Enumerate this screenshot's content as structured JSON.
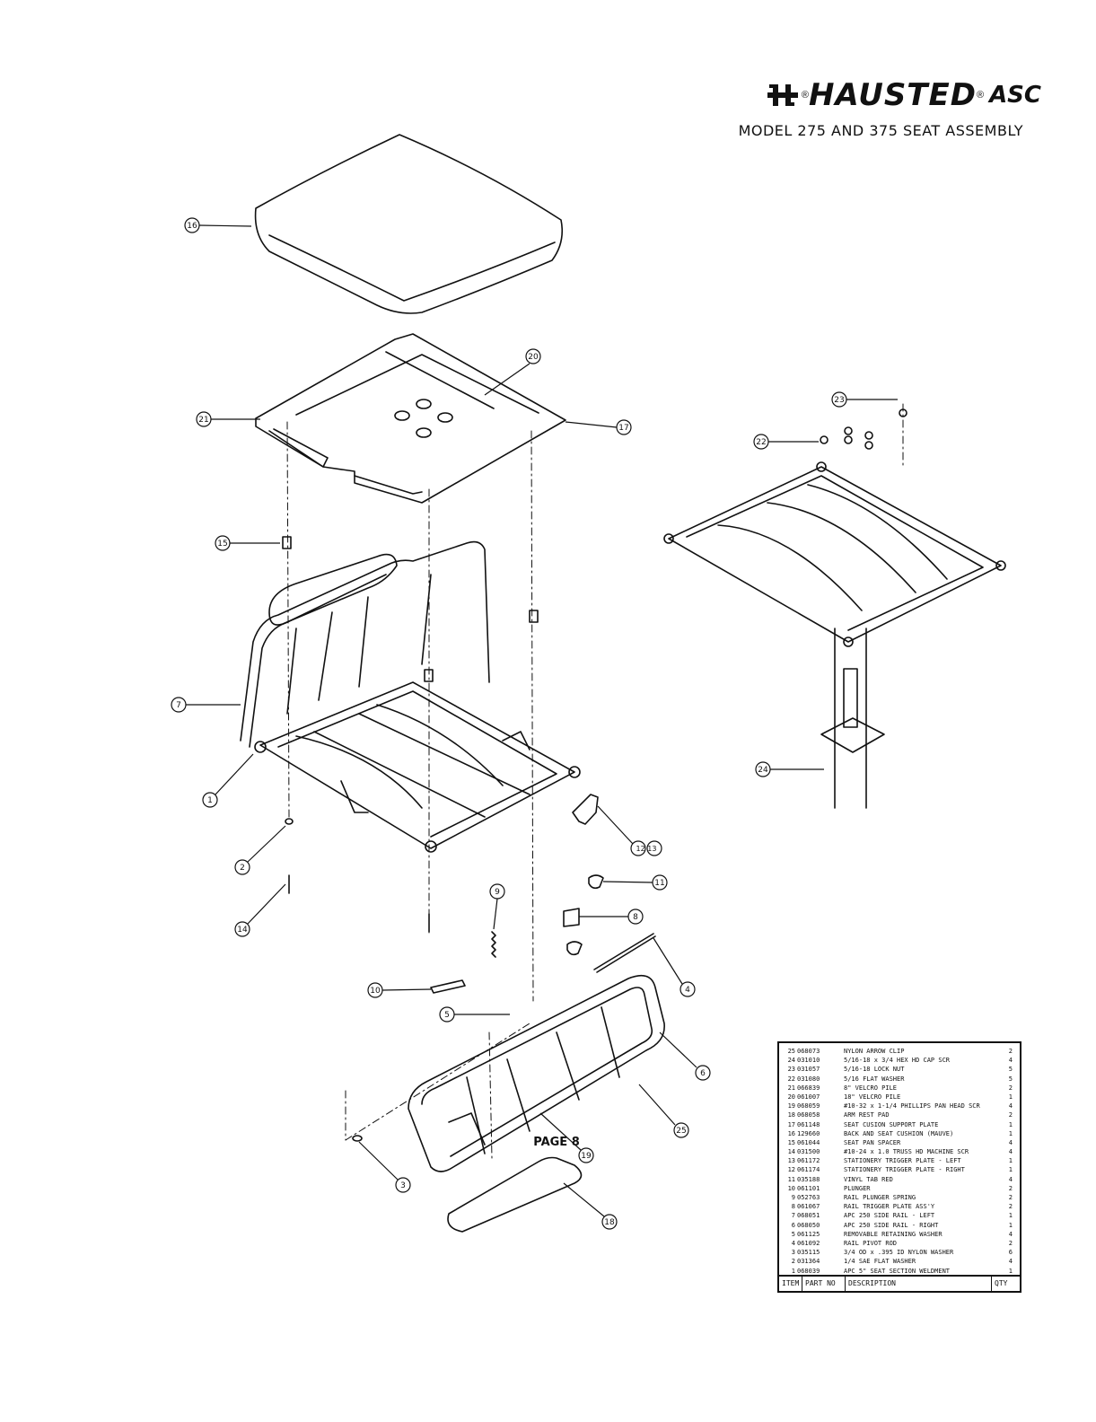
{
  "header": {
    "brand": "HAUSTED",
    "brand_suffix": "ASC",
    "registered_mark": "®",
    "title": "MODEL 275 AND 375 SEAT ASSEMBLY",
    "logo_icon": "hausted-logo-icon"
  },
  "callouts": [
    "16",
    "20",
    "21",
    "17",
    "15",
    "7",
    "1",
    "2",
    "14",
    "12 13",
    "11",
    "9",
    "8",
    "4",
    "10",
    "5",
    "6",
    "25",
    "3",
    "19",
    "18",
    "23",
    "22",
    "24"
  ],
  "parts_table": {
    "headers": {
      "item": "ITEM",
      "part_no": "PART NO",
      "description": "DESCRIPTION",
      "qty": "QTY"
    },
    "rows": [
      {
        "item": "25",
        "part_no": "068073",
        "description": "NYLON ARROW CLIP",
        "qty": "2"
      },
      {
        "item": "24",
        "part_no": "031010",
        "description": "5/16-18 x 3/4 HEX HD CAP SCR",
        "qty": "4"
      },
      {
        "item": "23",
        "part_no": "031057",
        "description": "5/16-18 LOCK NUT",
        "qty": "5"
      },
      {
        "item": "22",
        "part_no": "031080",
        "description": "5/16 FLAT WASHER",
        "qty": "5"
      },
      {
        "item": "21",
        "part_no": "066839",
        "description": "8\" VELCRO PILE",
        "qty": "2"
      },
      {
        "item": "20",
        "part_no": "061007",
        "description": "18\" VELCRO PILE",
        "qty": "1"
      },
      {
        "item": "19",
        "part_no": "068059",
        "description": "#10-32 x 1-1/4 PHILLIPS PAN HEAD SCR",
        "qty": "4"
      },
      {
        "item": "18",
        "part_no": "068058",
        "description": "ARM REST PAD",
        "qty": "2"
      },
      {
        "item": "17",
        "part_no": "061148",
        "description": "SEAT CUSION SUPPORT PLATE",
        "qty": "1"
      },
      {
        "item": "16",
        "part_no": "129660",
        "description": "BACK AND SEAT CUSHION (MAUVE)",
        "qty": "1"
      },
      {
        "item": "15",
        "part_no": "061044",
        "description": "SEAT PAN SPACER",
        "qty": "4"
      },
      {
        "item": "14",
        "part_no": "031500",
        "description": "#10-24 x 1.0 TRUSS HD MACHINE SCR",
        "qty": "4"
      },
      {
        "item": "13",
        "part_no": "061172",
        "description": "STATIONERY TRIGGER PLATE - LEFT",
        "qty": "1"
      },
      {
        "item": "12",
        "part_no": "061174",
        "description": "STATIONERY TRIGGER PLATE - RIGHT",
        "qty": "1"
      },
      {
        "item": "11",
        "part_no": "035188",
        "description": "VINYL TAB RED",
        "qty": "4"
      },
      {
        "item": "10",
        "part_no": "061101",
        "description": "PLUNGER",
        "qty": "2"
      },
      {
        "item": "9",
        "part_no": "052763",
        "description": "RAIL PLUNGER SPRING",
        "qty": "2"
      },
      {
        "item": "8",
        "part_no": "061067",
        "description": "RAIL TRIGGER PLATE ASS'Y",
        "qty": "2"
      },
      {
        "item": "7",
        "part_no": "068051",
        "description": "APC 250 SIDE RAIL - LEFT",
        "qty": "1"
      },
      {
        "item": "6",
        "part_no": "068050",
        "description": "APC 250 SIDE RAIL - RIGHT",
        "qty": "1"
      },
      {
        "item": "5",
        "part_no": "061125",
        "description": "REMOVABLE RETAINING WASHER",
        "qty": "4"
      },
      {
        "item": "4",
        "part_no": "061092",
        "description": "RAIL PIVOT ROD",
        "qty": "2"
      },
      {
        "item": "3",
        "part_no": "035115",
        "description": "3/4 OD x .395 ID NYLON WASHER",
        "qty": "6"
      },
      {
        "item": "2",
        "part_no": "031364",
        "description": "1/4 SAE FLAT WASHER",
        "qty": "4"
      },
      {
        "item": "1",
        "part_no": "068039",
        "description": "APC 5\" SEAT SECTION WELDMENT",
        "qty": "1"
      }
    ]
  },
  "footer": {
    "page": "PAGE 8"
  }
}
